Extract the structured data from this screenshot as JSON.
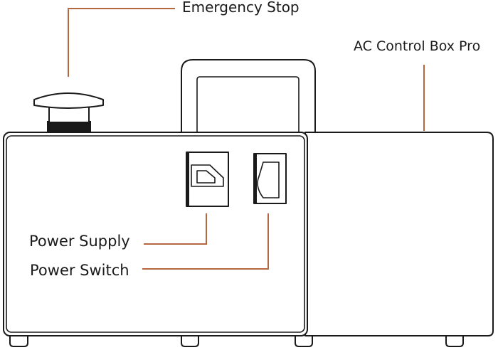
{
  "labels": {
    "emergency_stop": "Emergency Stop",
    "ac_control_box": "AC Control Box Pro",
    "power_supply": "Power Supply",
    "power_switch": "Power Switch"
  },
  "colors": {
    "leader_line": "#b5673f",
    "outline": "#1a1a1a"
  }
}
